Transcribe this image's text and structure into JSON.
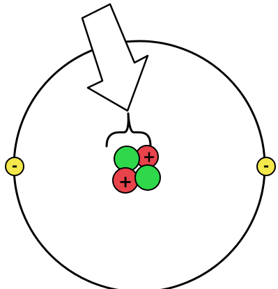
{
  "diagram": {
    "subject": "atom",
    "colors": {
      "background": "#ffffff",
      "outline": "#000000",
      "proton": "#e8434b",
      "neutron": "#2fd84a",
      "electron": "#f4e84c"
    },
    "electron_sign": "-",
    "proton_sign": "+",
    "electrons": [
      {
        "id": "electron-left",
        "sign": "-"
      },
      {
        "id": "electron-right",
        "sign": "-"
      }
    ],
    "nucleus": {
      "protons": [
        {
          "id": "proton-top-right",
          "sign": "+"
        },
        {
          "id": "proton-bottom-left",
          "sign": "+"
        }
      ],
      "neutrons": [
        {
          "id": "neutron-top-left"
        },
        {
          "id": "neutron-bottom-right"
        }
      ]
    },
    "icons": {
      "pointer": "arrow-down-right-icon",
      "brace": "curly-brace-icon"
    }
  }
}
